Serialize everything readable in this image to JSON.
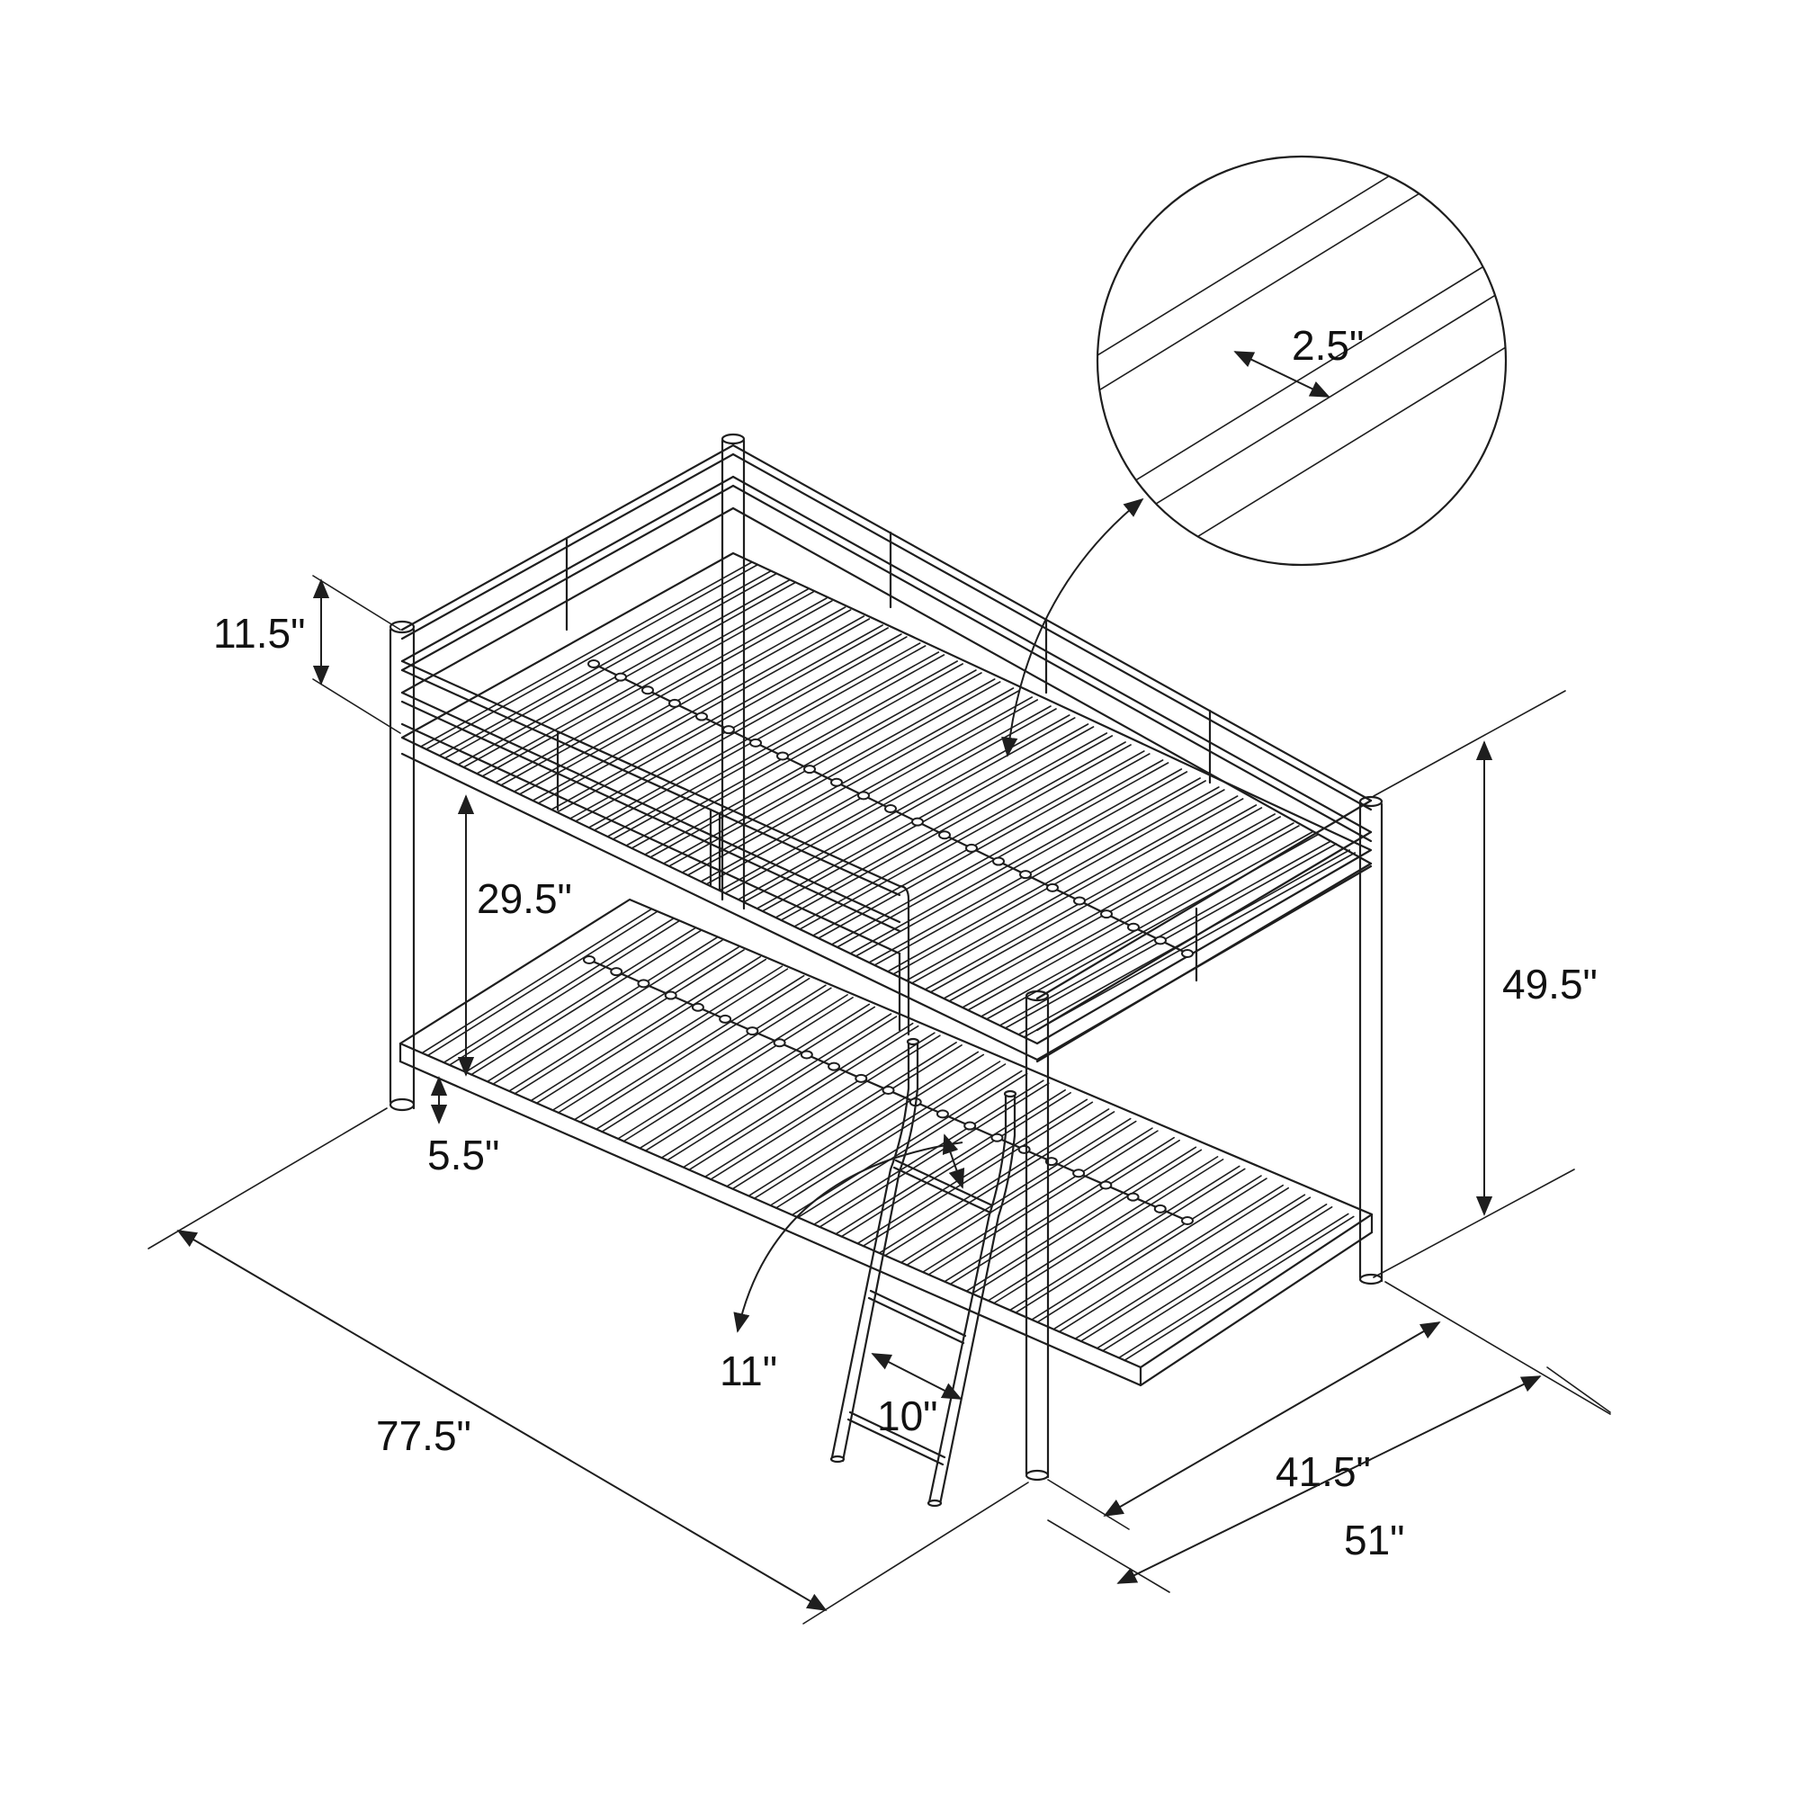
{
  "dimensions": {
    "rail_height": "11.5\"",
    "bunk_clearance": "29.5\"",
    "total_height": "49.5\"",
    "floor_clearance": "5.5\"",
    "ladder_rung_spacing": "11\"",
    "ladder_width": "10\"",
    "length": "77.5\"",
    "inner_width": "41.5\"",
    "overall_width": "51\"",
    "rail_spacing": "2.5\""
  },
  "colors": {
    "line": "#1e1e1e",
    "background": "#ffffff"
  }
}
